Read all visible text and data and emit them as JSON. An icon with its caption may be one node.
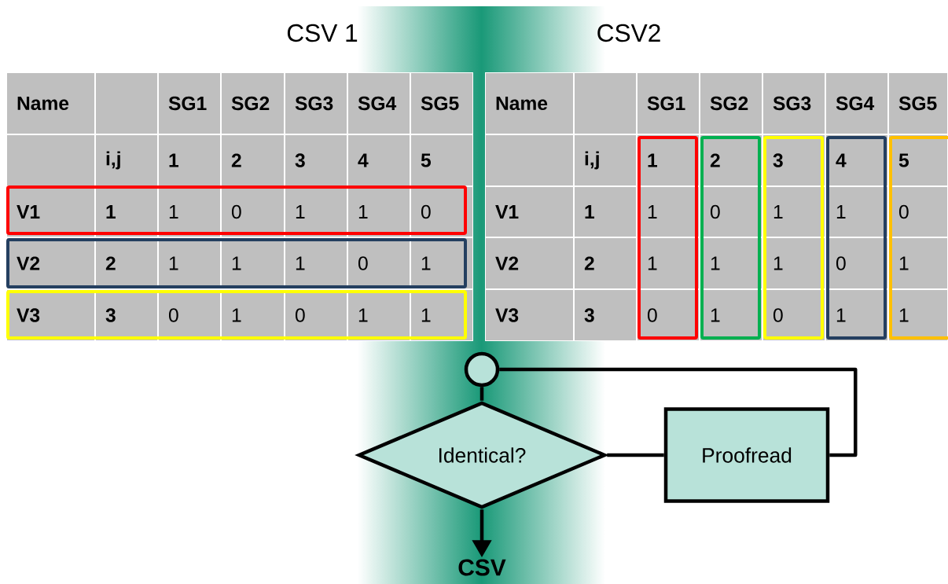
{
  "diagram": {
    "nodes": [
      {
        "text": [],
        "shape": "circle"
      },
      {
        "text": [
          "Identical?"
        ]
      },
      {
        "text": [
          "Proofread"
        ]
      },
      {
        "text": [
          "CSV"
        ]
      }
    ],
    "edges": [
      {
        "from": 0,
        "to": 1,
        "arrow": "none"
      },
      {
        "from": 1,
        "to": 2,
        "arrow": "none"
      },
      {
        "from": 2,
        "to": 0,
        "arrow": "none"
      },
      {
        "from": 1,
        "to": 3,
        "arrow": "to"
      }
    ],
    "labels": [
      "CSV 1",
      "CSV2",
      "Name",
      "SG1",
      "SG2",
      "SG3",
      "SG4",
      "SG5",
      "i,j",
      "1",
      "2",
      "3",
      "4",
      "5",
      "V1",
      "1",
      "1",
      "0",
      "1",
      "1",
      "0",
      "V2",
      "2",
      "1",
      "1",
      "1",
      "0",
      "1",
      "V3",
      "3",
      "0",
      "1",
      "0",
      "1",
      "1",
      "Name",
      "SG1",
      "SG2",
      "SG3",
      "SG4",
      "SG5",
      "i,j",
      "1",
      "2",
      "3",
      "4",
      "5",
      "V1",
      "1",
      "1",
      "0",
      "1",
      "1",
      "0",
      "V2",
      "2",
      "1",
      "1",
      "1",
      "0",
      "1",
      "V3",
      "3",
      "0",
      "1",
      "0",
      "1",
      "1"
    ]
  }
}
